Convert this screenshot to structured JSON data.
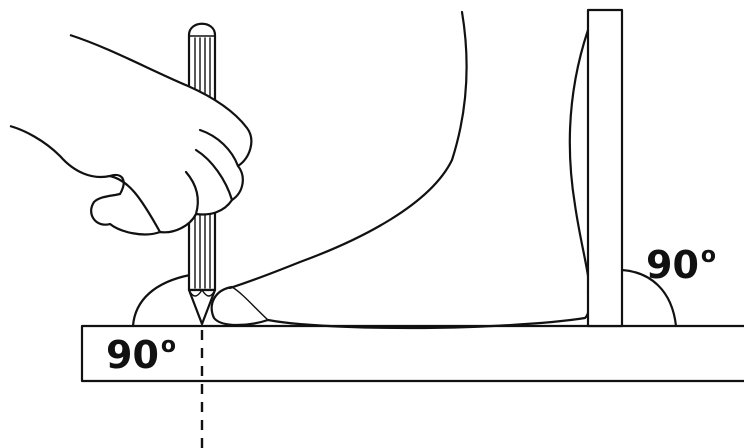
{
  "angle_labels": {
    "left": {
      "value": "90",
      "mark": "o"
    },
    "right": {
      "value": "90",
      "mark": "o"
    }
  },
  "colors": {
    "ink": "#111111",
    "paper": "#ffffff"
  }
}
